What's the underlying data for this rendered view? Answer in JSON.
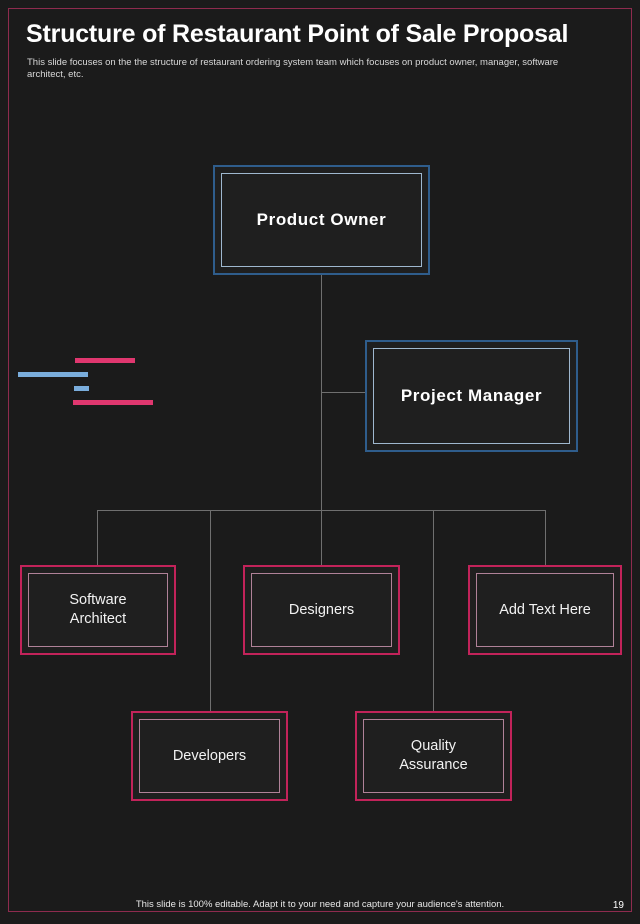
{
  "slide": {
    "title": "Structure of Restaurant Point of Sale Proposal",
    "subtitle": "This slide focuses on the the structure of restaurant ordering system team which focuses on product owner, manager, software architect, etc.",
    "background_color": "#1b1b1b",
    "frame_color": "#8e2b4e"
  },
  "colors": {
    "accent_pink": "#c2235a",
    "accent_pink_bright": "#e0376f",
    "accent_blue": "#2f5d8c",
    "accent_blue_light": "#7aaddc",
    "inner_border_blue": "#9fb8cf",
    "inner_border_pink": "#b08298",
    "connector": "#6f6f6f",
    "text": "#ffffff"
  },
  "org_chart": {
    "nodes": [
      {
        "id": "product-owner",
        "label": "Product Owner",
        "style": "blue",
        "level": 1
      },
      {
        "id": "project-manager",
        "label": "Project Manager",
        "style": "blue",
        "level": 2
      },
      {
        "id": "software-architect",
        "label": "Software Architect",
        "style": "pink",
        "level": 3
      },
      {
        "id": "designers",
        "label": "Designers",
        "style": "pink",
        "level": 3
      },
      {
        "id": "add-text-here",
        "label": "Add Text Here",
        "style": "pink",
        "level": 3
      },
      {
        "id": "developers",
        "label": "Developers",
        "style": "pink",
        "level": 4
      },
      {
        "id": "quality-assurance",
        "label": "Quality Assurance",
        "style": "pink",
        "level": 4
      }
    ],
    "node_labels": {
      "product_owner": "Product Owner",
      "project_manager": "Project Manager",
      "software_architect_line1": "Software",
      "software_architect_line2": "Architect",
      "designers": "Designers",
      "add_text_here": "Add Text Here",
      "developers": "Developers",
      "quality_assurance_line1": "Quality",
      "quality_assurance_line2": "Assurance"
    }
  },
  "footer": {
    "note": "This slide is 100% editable. Adapt it to your need and capture your audience's attention.",
    "page_number": "19"
  }
}
